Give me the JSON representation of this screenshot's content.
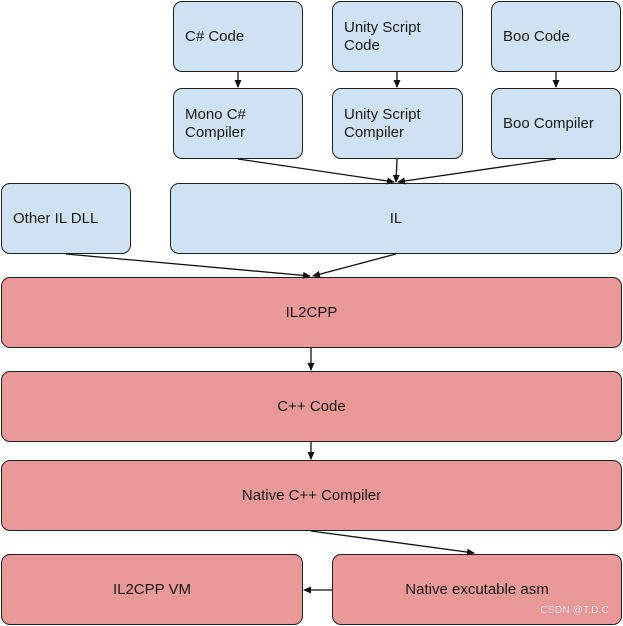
{
  "diagram": {
    "nodes": {
      "csharp_code": "C# Code",
      "unity_script_code": "Unity Script\nCode",
      "boo_code": "Boo Code",
      "mono_csharp_compiler": "Mono C#\nCompiler",
      "unity_script_compiler": "Unity Script\nCompiler",
      "boo_compiler": "Boo Compiler",
      "other_il_dll": "Other IL DLL",
      "il": "IL",
      "il2cpp": "IL2CPP",
      "cpp_code": "C++ Code",
      "native_cpp_compiler": "Native C++ Compiler",
      "il2cpp_vm": "IL2CPP VM",
      "native_executable_asm": "Native excutable asm"
    },
    "colors": {
      "managed_fill": "#cfe2f3",
      "native_fill": "#ea9999",
      "border": "#1f1f1f"
    },
    "edges": [
      [
        "csharp_code",
        "mono_csharp_compiler"
      ],
      [
        "unity_script_code",
        "unity_script_compiler"
      ],
      [
        "boo_code",
        "boo_compiler"
      ],
      [
        "mono_csharp_compiler",
        "il"
      ],
      [
        "unity_script_compiler",
        "il"
      ],
      [
        "boo_compiler",
        "il"
      ],
      [
        "other_il_dll",
        "il2cpp"
      ],
      [
        "il",
        "il2cpp"
      ],
      [
        "il2cpp",
        "cpp_code"
      ],
      [
        "cpp_code",
        "native_cpp_compiler"
      ],
      [
        "native_cpp_compiler",
        "native_executable_asm"
      ],
      [
        "native_executable_asm",
        "il2cpp_vm"
      ]
    ]
  },
  "watermark": "CSDN @T.D.C"
}
